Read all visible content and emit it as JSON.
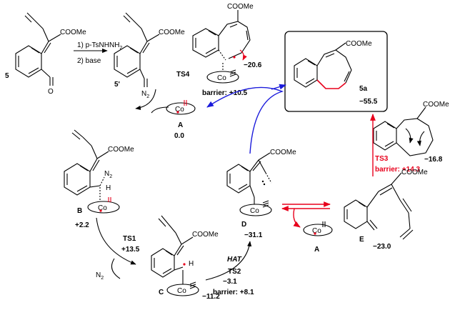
{
  "reagents": {
    "line1": "1) p-TsNHNH",
    "sub1": "2",
    "line2": "2) base"
  },
  "compounds": {
    "c5": "5",
    "c5p": "5'",
    "ester_5": "COOMe",
    "ester_5p": "COOMe",
    "ester_B": "COOMe",
    "ester_C": "COOMe",
    "ester_D": "COOMe",
    "ester_E": "COOMe",
    "ester_TS4": "COOMe",
    "ester_5a": "COOMe",
    "ester_TS3": "COOMe",
    "n2_5p": "N",
    "n2_5p_sub": "2",
    "o_5": "O"
  },
  "states": {
    "A_label": "A",
    "A_energy": "0.0",
    "B_label": "B",
    "B_energy": "+2.2",
    "C_label": "C",
    "C_energy": "−11.2",
    "D_label": "D",
    "D_energy": "−31.1",
    "E_label": "E",
    "E_energy": "−23.0",
    "A2_label": "A",
    "TS1_label": "TS1",
    "TS1_energy": "+13.5",
    "TS2_label": "TS2",
    "TS2_energy": "−3.1",
    "TS2_barrier": "barrier: +8.1",
    "TS3_label": "TS3",
    "TS3_energy": "−16.8",
    "TS3_barrier": "barrier: +14.3",
    "TS4_label": "TS4",
    "TS4_energy": "−20.6",
    "TS4_barrier": "barrier: +10.5",
    "P_label": "5a",
    "P_energy": "−55.5",
    "HAT": "HAT",
    "N2": "N",
    "N2_sub": "2",
    "B_H": "H",
    "B_N2": "N",
    "B_N2_sub": "2",
    "C_H": "H"
  },
  "metal": "Co",
  "colors": {
    "red": "#e8001c",
    "blue": "#1a1adb",
    "black": "#000000"
  }
}
